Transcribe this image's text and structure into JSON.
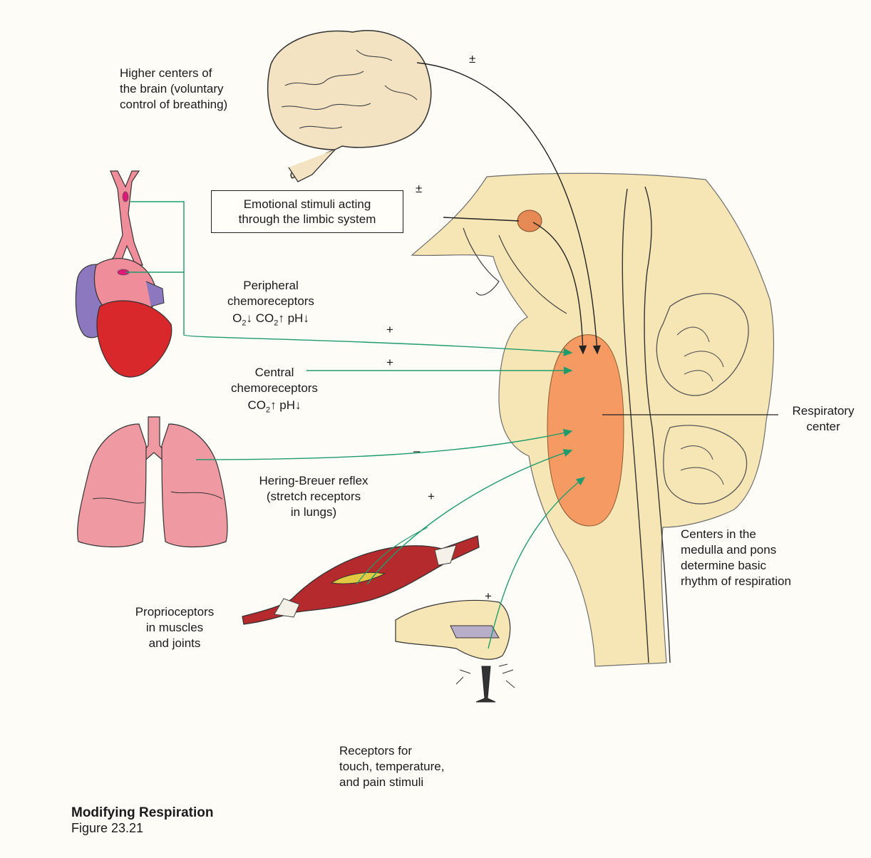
{
  "labels": {
    "higher_centers": "Higher centers of\nthe brain (voluntary\ncontrol of breathing)",
    "emotional": "Emotional stimuli acting\nthrough the limbic system",
    "peripheral": "Peripheral\nchemoreceptors",
    "peripheral_o2": "O",
    "peripheral_o2_sub": "2",
    "peripheral_o2_arrow": "↓ CO",
    "peripheral_co2_sub": "2",
    "peripheral_rest": "↑ pH↓",
    "central": "Central\nchemoreceptors",
    "central_co": "CO",
    "central_co2_sub": "2",
    "central_rest": "↑  pH↓",
    "hering_breuer": "Hering-Breuer reflex\n(stretch receptors\nin lungs)",
    "proprioceptors": "Proprioceptors\nin muscles\nand joints",
    "touch": "Receptors for\ntouch, temperature,\nand pain stimuli",
    "respiratory_center": "Respiratory\ncenter",
    "medulla_pons": "Centers in the\nmedulla and pons\ndetermine basic\nrhythm of respiration"
  },
  "signs": {
    "brain": "±",
    "limbic": "±",
    "peripheral": "+",
    "central": "+",
    "lungs": "–",
    "muscle": "+",
    "touch": "+"
  },
  "caption": {
    "title": "Modifying Respiration",
    "figure": "Figure 23.21"
  },
  "colors": {
    "brainstem": "#f7e6b5",
    "respiratory_center": "#f49a62",
    "heart_red": "#d8282b",
    "heart_pink": "#ef8e9a",
    "heart_purple": "#8c78bf",
    "lungs": "#ef9aa3",
    "muscle": "#b52a2c",
    "green_arrow": "#1f9c6b",
    "black_arrow": "#222222"
  }
}
